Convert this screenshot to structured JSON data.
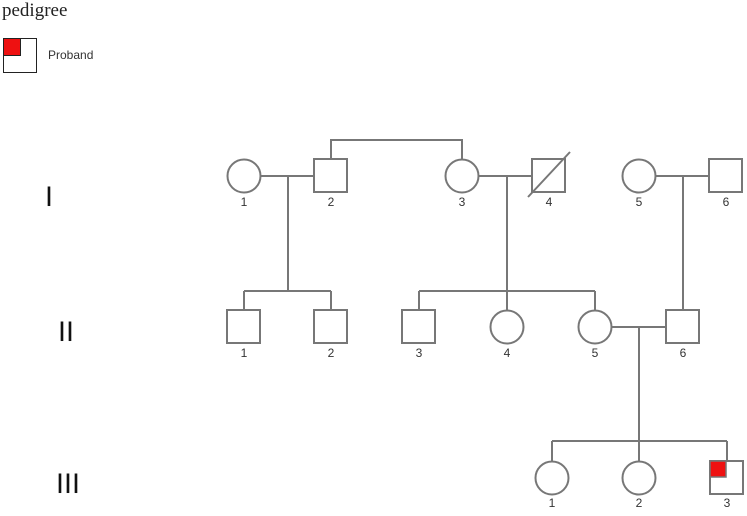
{
  "title": "pedigree",
  "legend": {
    "label": "Proband",
    "fill_color": "#ee1111"
  },
  "colors": {
    "line": "#777777",
    "proband": "#ee1111"
  },
  "generations": [
    {
      "label": "I",
      "individuals": [
        {
          "number": "1",
          "sex": "female"
        },
        {
          "number": "2",
          "sex": "male"
        },
        {
          "number": "3",
          "sex": "female"
        },
        {
          "number": "4",
          "sex": "male",
          "deceased": true
        },
        {
          "number": "5",
          "sex": "female"
        },
        {
          "number": "6",
          "sex": "male"
        }
      ]
    },
    {
      "label": "II",
      "individuals": [
        {
          "number": "1",
          "sex": "male",
          "parents": "I-1 × I-2"
        },
        {
          "number": "2",
          "sex": "male",
          "parents": "I-1 × I-2"
        },
        {
          "number": "3",
          "sex": "male",
          "parents": "I-3 × I-4"
        },
        {
          "number": "4",
          "sex": "female",
          "parents": "I-3 × I-4"
        },
        {
          "number": "5",
          "sex": "female",
          "parents": "I-3 × I-4"
        },
        {
          "number": "6",
          "sex": "male",
          "parents": "I-5 × I-6"
        }
      ]
    },
    {
      "label": "III",
      "individuals": [
        {
          "number": "1",
          "sex": "female",
          "parents": "II-5 × II-6"
        },
        {
          "number": "2",
          "sex": "female",
          "parents": "II-5 × II-6"
        },
        {
          "number": "3",
          "sex": "male",
          "parents": "II-5 × II-6",
          "proband": true
        }
      ]
    }
  ],
  "relationships": [
    {
      "type": "couple",
      "between": [
        "I-1",
        "I-2"
      ]
    },
    {
      "type": "couple",
      "between": [
        "I-2",
        "I-3"
      ]
    },
    {
      "type": "couple",
      "between": [
        "I-3",
        "I-4"
      ]
    },
    {
      "type": "couple",
      "between": [
        "I-5",
        "I-6"
      ]
    },
    {
      "type": "couple",
      "between": [
        "II-5",
        "II-6"
      ]
    }
  ]
}
